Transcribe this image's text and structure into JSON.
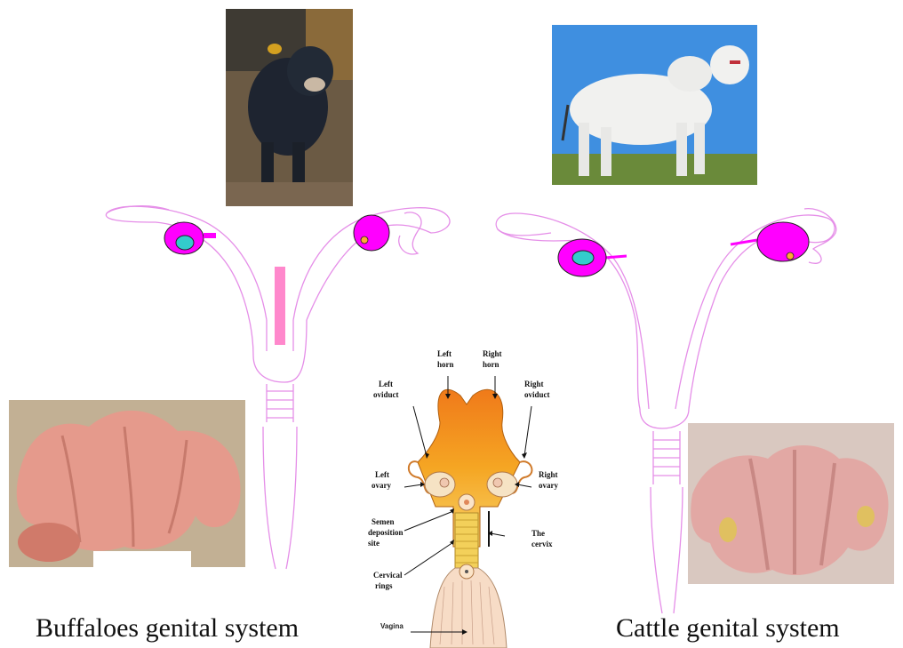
{
  "captions": {
    "buffalo": "Buffaloes genital system",
    "cattle": "Cattle genital system"
  },
  "diagram_labels": {
    "left_horn_1": "Left",
    "left_horn_2": "horn",
    "right_horn_1": "Right",
    "right_horn_2": "horn",
    "left_oviduct_1": "Left",
    "left_oviduct_2": "oviduct",
    "right_oviduct_1": "Right",
    "right_oviduct_2": "oviduct",
    "left_ovary_1": "Left",
    "left_ovary_2": "ovary",
    "right_ovary_1": "Right",
    "right_ovary_2": "ovary",
    "semen_1": "Semen",
    "semen_2": "deposition",
    "semen_3": "site",
    "cervix_1": "The",
    "cervix_2": "cervix",
    "rings_1": "Cervical",
    "rings_2": "rings",
    "vagina": "Vagina"
  },
  "colors": {
    "outline_pink": "#e58ee8",
    "ovary_magenta": "#ff00ff",
    "follicle_teal": "#33cccc",
    "corpus_orange": "#ffaa33",
    "cervix_pink": "#ff88cc",
    "uterus_orange": "#f5a623"
  },
  "icons": {
    "buffalo_photo": "buffalo-photo",
    "cow_photo": "cow-photo",
    "buffalo_tract_photo": "buffalo-tract-photo",
    "cattle_tract_photo": "cattle-tract-photo"
  }
}
